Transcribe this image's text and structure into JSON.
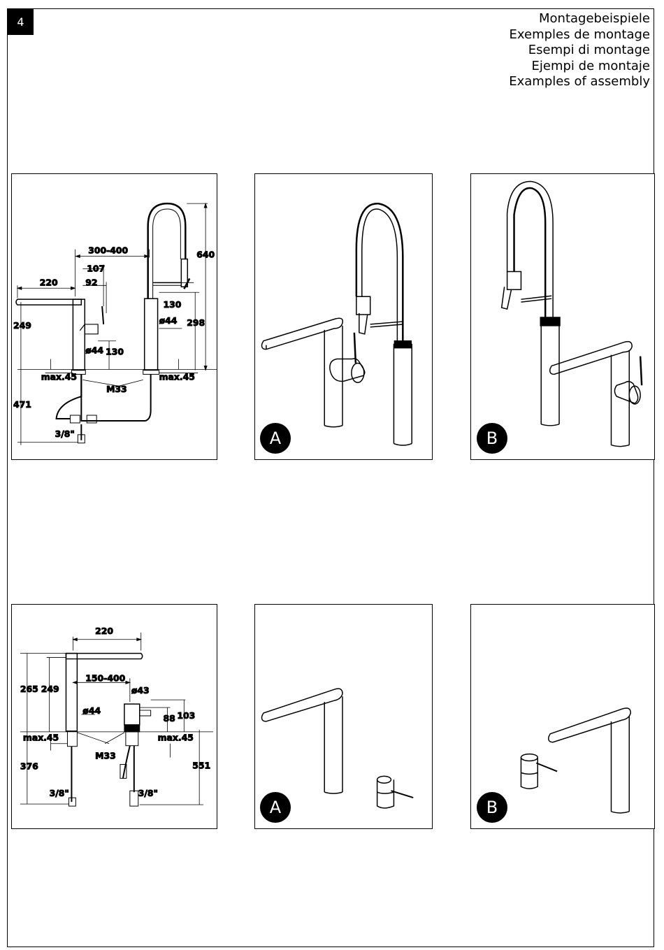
{
  "page": {
    "number": "4"
  },
  "titles": [
    "Montagebeispiele",
    "Exemples de montage",
    "Esempi di montage",
    "Ejempi de montaje",
    "Examples of assembly"
  ],
  "top_drawing": {
    "d300_400": "300-400",
    "d640": "640",
    "d107": "107",
    "d220": "220",
    "d92": "92",
    "d130a": "130",
    "d249": "249",
    "d44a": "ø44",
    "d298": "298",
    "d44b": "ø44",
    "d130b": "130",
    "max45a": "max.45",
    "max45b": "max.45",
    "m33": "M33",
    "d471": "471",
    "d38": "3/8\""
  },
  "bottom_drawing": {
    "d220": "220",
    "d150_400": "150-400",
    "d265": "265",
    "d249": "249",
    "d43": "ø43",
    "d44": "ø44",
    "d88": "88",
    "d103": "103",
    "max45a": "max.45",
    "max45b": "max.45",
    "m33": "M33",
    "d376": "376",
    "d551": "551",
    "d38a": "3/8\"",
    "d38b": "3/8\""
  },
  "badges": {
    "a": "A",
    "b": "B"
  }
}
